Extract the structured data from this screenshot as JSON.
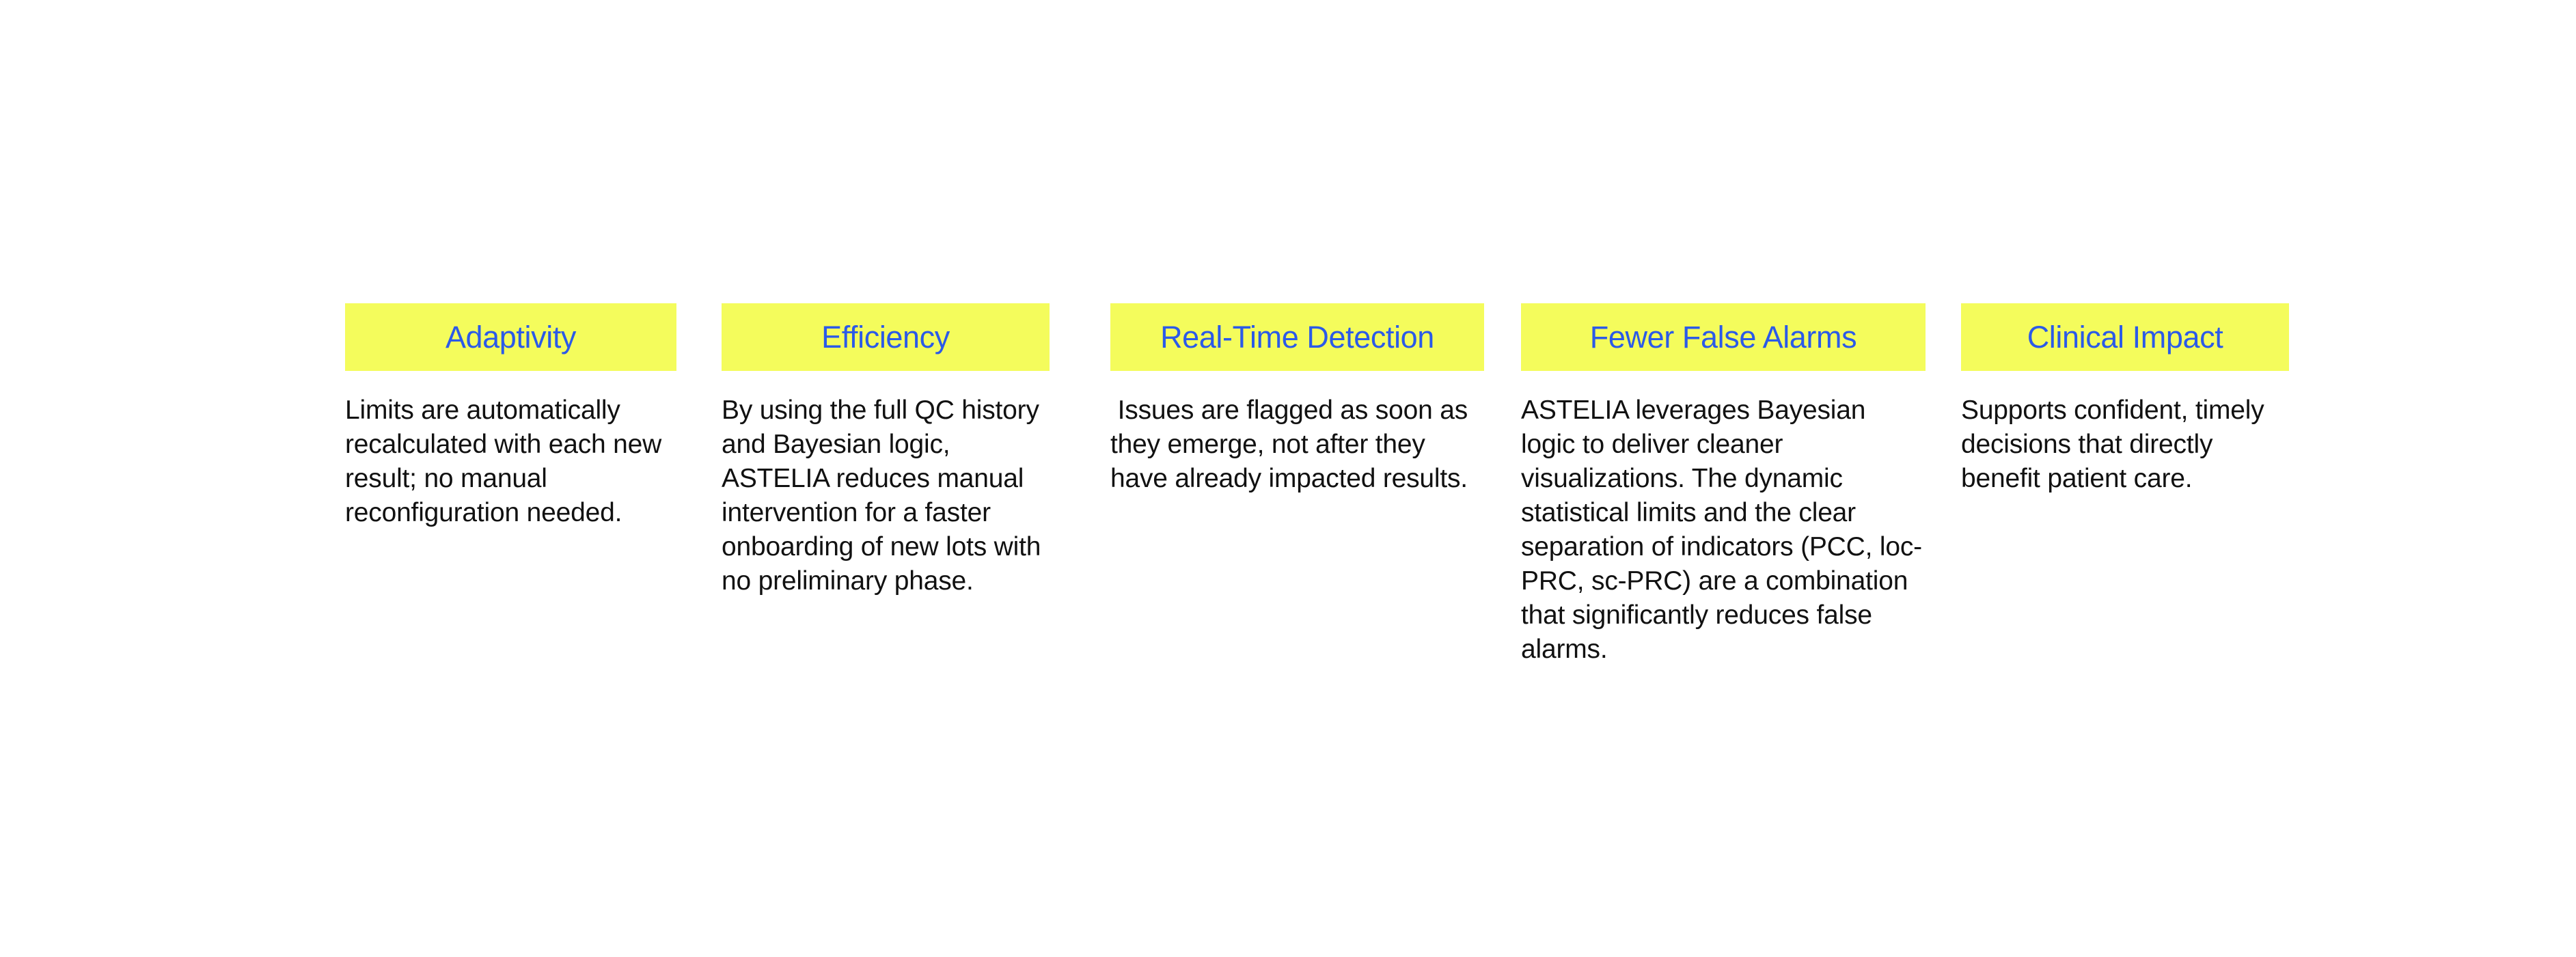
{
  "palette": {
    "background": "#ffffff",
    "header_highlight": "#f4fc5c",
    "title_blue": "#2b5ae8",
    "body_text": "#111111"
  },
  "columns": [
    {
      "title": "Adaptivity",
      "body": "Limits are automatically recalculated with each new result; no manual reconfiguration needed."
    },
    {
      "title": "Efficiency",
      "body": "By using the full QC history and Bayesian logic, ASTELIA reduces manual intervention for a faster onboarding of new lots with no preliminary phase."
    },
    {
      "title": "Real-Time Detection",
      "body": " Issues are flagged as soon as they emerge, not after they have already impacted results."
    },
    {
      "title": "Fewer False Alarms",
      "body": "ASTELIA leverages Bayesian logic to deliver cleaner visualizations. The dynamic statistical limits and the clear separation of indicators (PCC, loc- PRC, sc-PRC) are a combination that significantly reduces false alarms."
    },
    {
      "title": "Clinical Impact",
      "body": "Supports confident, timely decisions that directly benefit patient care."
    }
  ]
}
